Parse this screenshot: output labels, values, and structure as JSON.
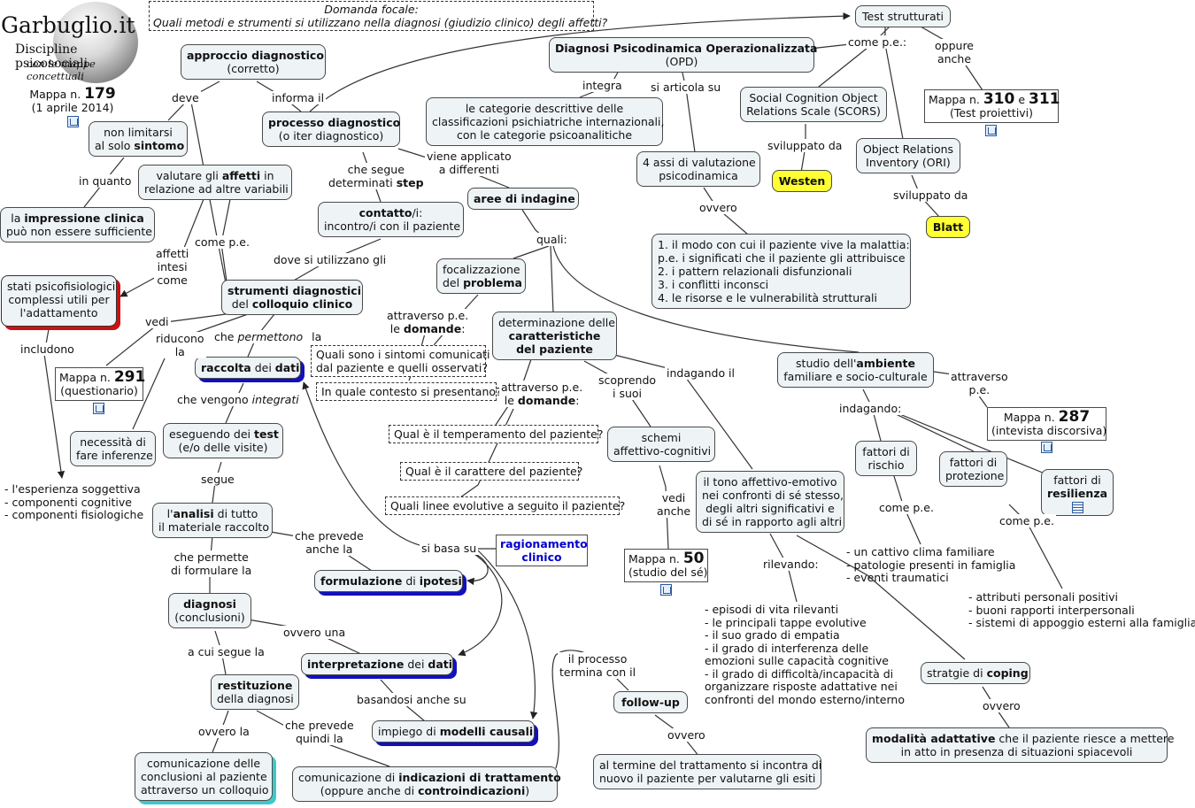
{
  "logo": {
    "title": "Garbuglio.it",
    "subtitle": "Discipline psicosociali",
    "tagline": "con le mappe concettuali"
  },
  "map_info": {
    "label": "Mappa n.",
    "number": "179",
    "date": "(1 aprile 2014)"
  },
  "focal": {
    "title": "Domanda focale:",
    "question": "Quali metodi e strumenti si utilizzano nella diagnosi (giudizio clinico) degli affetti?"
  },
  "nodes": {
    "approccio": {
      "bold": "approccio diagnostico",
      "text": "(corretto)"
    },
    "processo": {
      "bold": "processo diagnostico",
      "text": "(o iter diagnostico)"
    },
    "non_limitarsi": {
      "pre": "non limitarsi",
      "text": "al solo",
      "bold": "sintomo"
    },
    "valutare_pre": "valutare gli",
    "valutare_bold": "affetti",
    "valutare_post": "in",
    "valutare_line2": "relazione ad altre variabili",
    "impressione_pre": "la",
    "impressione_bold": "impressione clinica",
    "impressione_line2": "può non essere sufficiente",
    "stati": [
      "stati psicofisiologici",
      "complessi utili per",
      "l'adattamento"
    ],
    "strumenti_bold": "strumenti diagnostici",
    "strumenti_pre2": "del",
    "strumenti_bold2": "colloquio clinico",
    "contatto_bold": "contatto",
    "contatto_post": "/i:",
    "contatto_line2": "incontro/i con il paziente",
    "mappa291": {
      "label": "Mappa n.",
      "number": "291",
      "note": "(questionario)"
    },
    "necessita": [
      "necessità di",
      "fare inferenze"
    ],
    "raccolta_bold": "raccolta",
    "raccolta_mid": "dei",
    "raccolta_bold2": "dati",
    "eseguendo_pre": "eseguendo dei",
    "eseguendo_bold": "test",
    "eseguendo_line2": "(e/o delle visite)",
    "analisi_pre": "l'",
    "analisi_bold": "analisi",
    "analisi_post": "di tutto",
    "analisi_line2": "il materiale raccolto",
    "formulazione_bold": "formulazione",
    "formulazione_mid": "di",
    "formulazione_bold2": "ipotesi",
    "ragionamento": [
      "ragionamento",
      "clinico"
    ],
    "diagnosi_bold": "diagnosi",
    "diagnosi_line2": "(conclusioni)",
    "interpretazione_bold": "interpretazione",
    "interpretazione_mid": "dei",
    "interpretazione_bold2": "dati",
    "restituzione_bold": "restituzione",
    "restituzione_line2": "della diagnosi",
    "impiego_pre": "impiego di",
    "impiego_bold": "modelli causali",
    "comunicazione_conclusioni": [
      "comunicazione delle",
      "conclusioni al paziente",
      "attraverso un colloquio"
    ],
    "comunicazione_ind_pre": "comunicazione di",
    "comunicazione_ind_bold": "indicazioni di trattamento",
    "comunicazione_ind_line2_pre": "(oppure anche di",
    "comunicazione_ind_line2_bold": "controindicazioni",
    "comunicazione_ind_line2_post": ")",
    "opd_bold": "Diagnosi Psicodinamica Operazionalizzata",
    "opd_line2": "(OPD)",
    "categorie": [
      "le categorie descrittive delle",
      "classificazioni psichiatriche internazionali,",
      "con le categorie psicoanalitiche"
    ],
    "assi": [
      "4 assi di valutazione",
      "psicodinamica"
    ],
    "aree_bold": "aree di indagine",
    "test_strutturati": "Test strutturati",
    "scors": [
      "Social Cognition Object",
      "Relations Scale (SCORS)"
    ],
    "westen": "Westen",
    "ori": [
      "Object Relations",
      "Inventory (ORI)"
    ],
    "blatt": "Blatt",
    "mappa310": {
      "label": "Mappa n.",
      "n1": "310",
      "e": "e",
      "n2": "311",
      "note": "(Test proiettivi)"
    },
    "assi_list": [
      "1. il modo con cui il paziente vive la malattia:",
      "p.e. i significati che il paziente gli attribuisce",
      "2. i pattern relazionali disfunzionali",
      "3. i conflitti inconsci",
      "4. le risorse e le vulnerabilità strutturali"
    ],
    "focalizzazione_pre": "focalizzazione",
    "focalizzazione_line2_pre": "del",
    "focalizzazione_bold": "problema",
    "q_sintomi": [
      "Quali sono i sintomi comunicati",
      "dal paziente e quelli osservati?"
    ],
    "q_contesto": "In quale contesto si presentano?",
    "determinazione_pre": "determinazione delle",
    "determinazione_bold1": "caratteristiche",
    "determinazione_bold2": "del paziente",
    "q_temperamento": "Qual è il temperamento del paziente?",
    "q_carattere": "Qual è il carattere del paziente?",
    "q_linee": "Quali linee evolutive a seguito il paziente?",
    "schemi": [
      "schemi",
      "affettivo-cognitivi"
    ],
    "mappa50": {
      "label": "Mappa n.",
      "number": "50",
      "note": "(studio del sé)"
    },
    "tono": [
      "il tono affettivo-emotivo",
      "nei confronti di sé stesso,",
      "degli altri significativi e",
      "di sé in rapporto agli altri"
    ],
    "studio_pre": "studio dell'",
    "studio_bold": "ambiente",
    "studio_line2": "familiare e socio-culturale",
    "mappa287": {
      "label": "Mappa n.",
      "number": "287",
      "note": "(intevista discorsiva)"
    },
    "fattori_rischio": [
      "fattori di",
      "rischio"
    ],
    "fattori_protezione": [
      "fattori di",
      "protezione"
    ],
    "fattori_resilienza_pre": "fattori di",
    "fattori_resilienza_bold": "resilienza",
    "coping_pre": "stratgie di",
    "coping_bold": "coping",
    "modalita_bold": "modalità adattative",
    "modalita_post": "che il paziente riesce a mettere",
    "modalita_line2": "in atto in presenza di situazioni spiacevoli",
    "followup": "follow-up",
    "termine": [
      "al termine del trattamento si incontra di",
      "nuovo il paziente per valutarne gli esiti"
    ]
  },
  "lists": {
    "esperienza": [
      "- l'esperienza soggettiva",
      "- componenti cognitive",
      "- componenti fisiologiche"
    ],
    "rischio": [
      "- un cattivo clima familiare",
      "- patologie presenti in famiglia",
      "- eventi traumatici"
    ],
    "resilienza": [
      "- attributi personali positivi",
      "- buoni rapporti interpersonali",
      "- sistemi di appoggio esterni alla famiglia"
    ],
    "eventi": [
      "- episodi di vita rilevanti",
      "- le principali tappe evolutive",
      "- il suo grado di empatia",
      "- il grado di interferenza delle",
      "emozioni sulle capacità cognitive",
      "- il grado di difficoltà/incapacità di",
      "organizzare risposte adattative nei",
      "confronti del mondo esterno/interno"
    ]
  },
  "links": {
    "deve": "deve",
    "informa_il": "informa il",
    "in_quanto": "in quanto",
    "affetti_intesi": [
      "affetti",
      "intesi",
      "come"
    ],
    "come_pe_1": "come p.e.",
    "dove_si": "dove si utilizzano gli",
    "che_segue": [
      "che segue",
      "determinati"
    ],
    "step": "step",
    "viene_applicato": [
      "viene applicato",
      "a differenti"
    ],
    "vedi": "vedi",
    "riducono": [
      "riducono",
      "la"
    ],
    "che_permettono_pre": "che",
    "che_permettono_it": "permettono",
    "che_permettono_post": "la",
    "includono": "includono",
    "che_vengono_pre": "che vengono",
    "che_vengono_it": "integrati",
    "segue": "segue",
    "che_prevede_1": [
      "che prevede",
      "anche la"
    ],
    "si_basa_su": "si basa su",
    "che_permette": [
      "che permette",
      "di formulare la"
    ],
    "ovvero_una": "ovvero una",
    "a_cui_segue": "a cui segue la",
    "basandosi": "basandosi anche su",
    "ovvero_la": "ovvero la",
    "che_prevede_2": [
      "che prevede",
      "quindi la"
    ],
    "il_processo": [
      "il processo",
      "termina con il"
    ],
    "ovvero_1": "ovvero",
    "integra": "integra",
    "si_articola": "si articola su",
    "ovvero_2": "ovvero",
    "come_pe_2": "come p.e.:",
    "oppure_anche": [
      "oppure",
      "anche"
    ],
    "sviluppato_da_1": "sviluppato da",
    "sviluppato_da_2": "sviluppato da",
    "quali": "quali:",
    "attraverso_pe_1": [
      "attraverso p.e.",
      "le"
    ],
    "domande_1": "domande",
    "attraverso_pe_2": [
      "attraverso p.e.",
      "le"
    ],
    "domande_2": "domande",
    "scoprendo": [
      "scoprendo",
      "i suoi"
    ],
    "indagando_il": "indagando il",
    "vedi_anche": [
      "vedi",
      "anche"
    ],
    "rilevando": "rilevando:",
    "attraverso_pe_3": [
      "attraverso",
      "p.e."
    ],
    "indagando": "indagando:",
    "come_pe_3": "come p.e.",
    "come_pe_4": "come p.e.",
    "ovvero_3": "ovvero"
  }
}
